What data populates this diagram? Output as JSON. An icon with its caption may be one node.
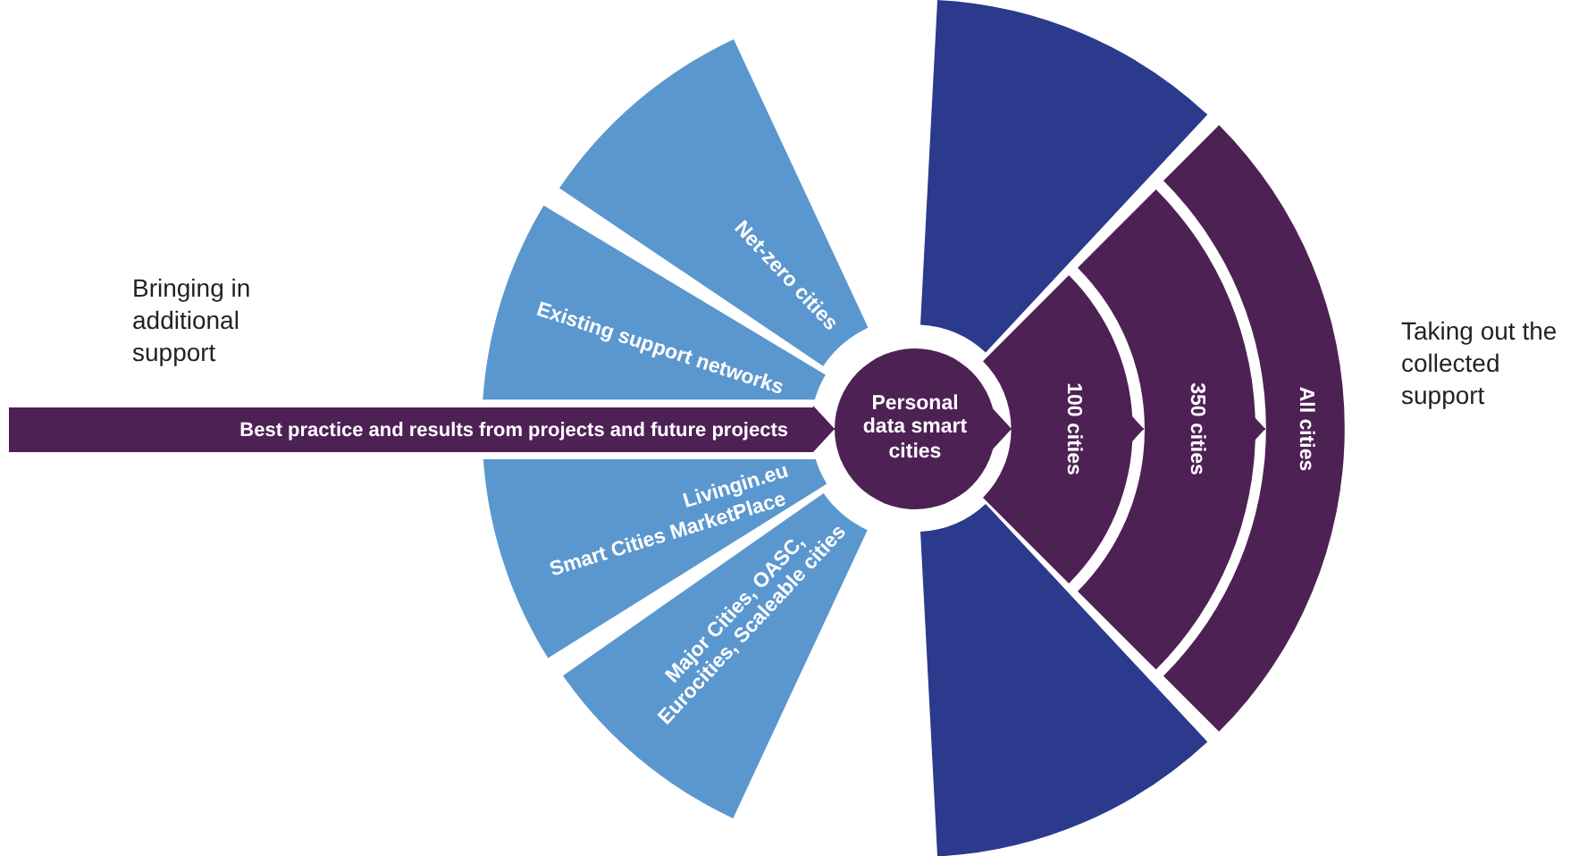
{
  "diagram": {
    "nodes": [
      {
        "text": [
          "Net-zero cities"
        ]
      },
      {
        "text": [
          "Existing support networks"
        ]
      },
      {
        "text": [
          "Best practice and results from projects and future projects"
        ]
      },
      {
        "text": [
          "Livingin.eu",
          "Smart Cities MarketPlace"
        ]
      },
      {
        "text": [
          "Major Cities, OASC, Eurocities, Scaleable cities"
        ]
      },
      {
        "text": [
          "Personal data smart cities"
        ]
      },
      {
        "text": [],
        "shape": "sector"
      },
      {
        "text": [
          "100 cities"
        ]
      },
      {
        "text": [
          "350 cities"
        ]
      },
      {
        "text": [
          "All cities"
        ]
      },
      {
        "text": [],
        "shape": "sector"
      }
    ],
    "edges": [
      {
        "from": 2,
        "to": 5,
        "arrow": "to"
      },
      {
        "from": 5,
        "to": 7,
        "arrow": "to"
      },
      {
        "from": 7,
        "to": 8,
        "arrow": "to"
      },
      {
        "from": 8,
        "to": 9,
        "arrow": "to"
      }
    ],
    "labels": [
      "Bringing in additional support",
      "Taking out the collected support"
    ]
  }
}
